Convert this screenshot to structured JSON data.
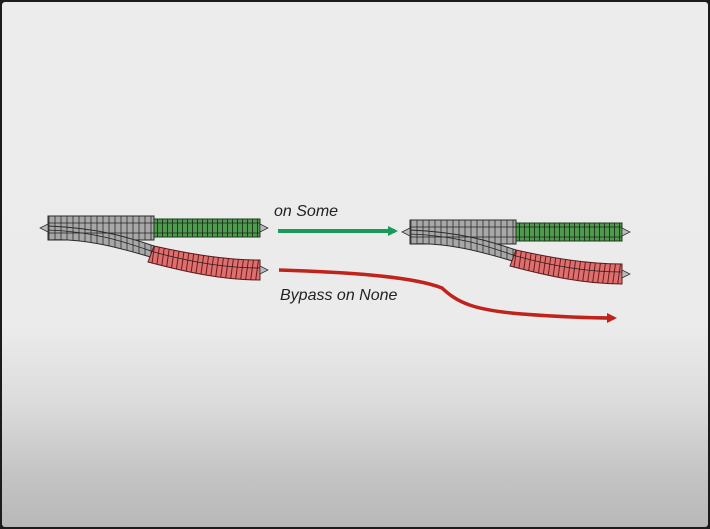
{
  "diagram": {
    "edges": [
      {
        "id": "some-edge",
        "label": "on Some",
        "color": "#1a9a5a"
      },
      {
        "id": "none-edge",
        "label": "Bypass on None",
        "color": "#c0231b"
      }
    ],
    "colors": {
      "track_gray": "#a8a8a8",
      "track_green": "#4f9a4f",
      "track_red": "#dd6f6f",
      "track_outline": "#2a2a2a"
    }
  }
}
